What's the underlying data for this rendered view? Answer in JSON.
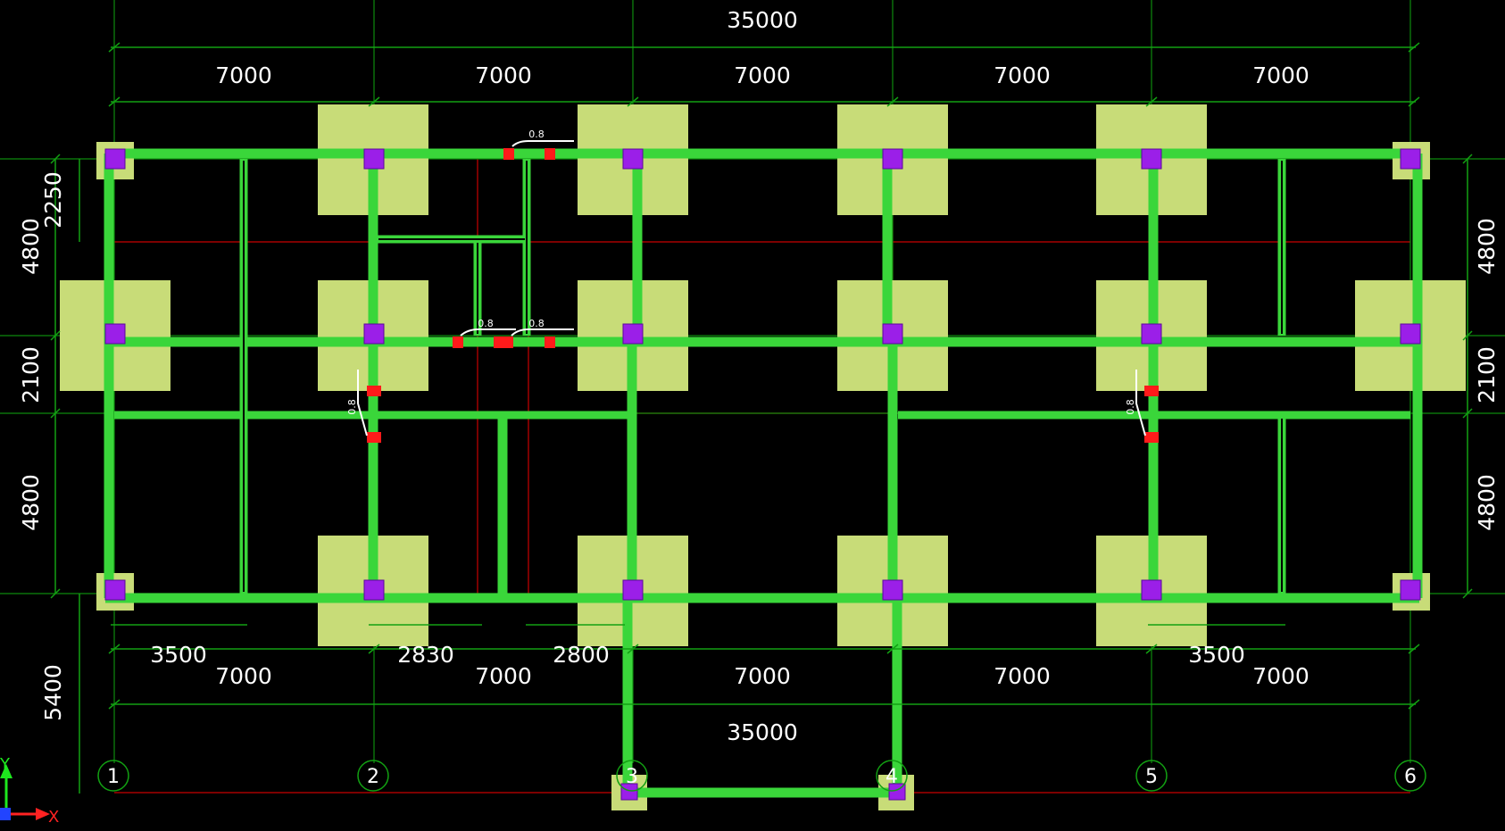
{
  "drawing": {
    "colors": {
      "background": "#000000",
      "beam": "#3ad63a",
      "footing": "#c8dc78",
      "column": "#9b1fe8",
      "axis_line": "#0e8a0e",
      "dimension_line": "#12a012",
      "red_line": "#c80000",
      "marker": "#ff1a1a",
      "text": "#ffffff"
    },
    "top_dims": {
      "total": "35000",
      "spans": [
        "7000",
        "7000",
        "7000",
        "7000",
        "7000"
      ]
    },
    "bottom_dims": {
      "sub": [
        "3500",
        "2830",
        "2800",
        "3500"
      ],
      "spans": [
        "7000",
        "7000",
        "7000",
        "7000",
        "7000"
      ],
      "total": "35000"
    },
    "left_dims": {
      "rows": [
        "4800",
        "2100",
        "4800"
      ],
      "inner": "2250",
      "lower": "5400"
    },
    "right_dims": {
      "rows": [
        "4800",
        "2100",
        "4800"
      ]
    },
    "axis_labels": [
      "1",
      "2",
      "3",
      "4",
      "5",
      "6"
    ],
    "beam_tags": [
      "0.8",
      "0.8",
      "0.8",
      "0.8",
      "0.8"
    ],
    "coord_icon": {
      "y_label": "Y",
      "x_label": "X"
    }
  }
}
